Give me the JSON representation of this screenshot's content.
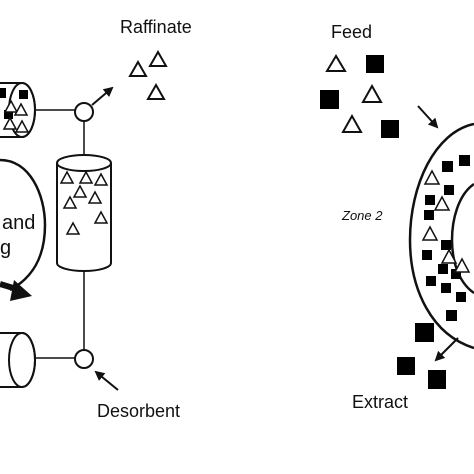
{
  "labels": {
    "raffinate": "Raffinate",
    "feed": "Feed",
    "desorbent": "Desorbent",
    "extract": "Extract",
    "zone2": "Zone 2",
    "partial_and": "and",
    "partial_g": "g"
  },
  "colors": {
    "stroke": "#111111",
    "fill": "#ffffff",
    "solid": "#000000"
  }
}
